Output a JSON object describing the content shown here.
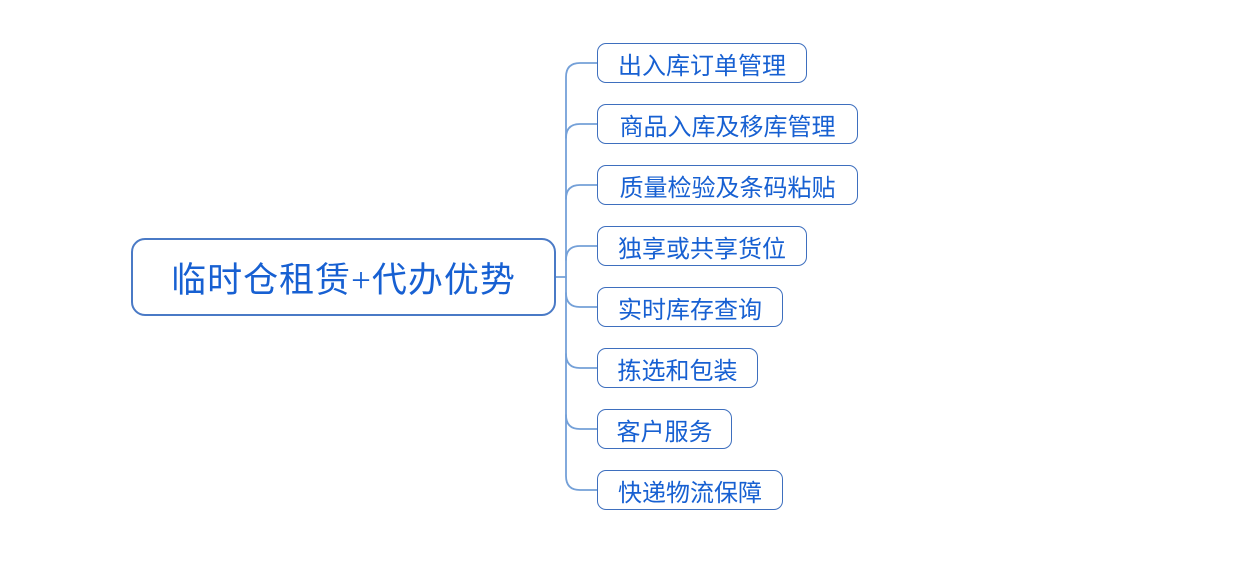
{
  "diagram": {
    "type": "mindmap",
    "direction": "right",
    "root": {
      "label": "临时仓租赁+代办优势"
    },
    "children": [
      {
        "label": "出入库订单管理"
      },
      {
        "label": "商品入库及移库管理"
      },
      {
        "label": "质量检验及条码粘贴"
      },
      {
        "label": "独享或共享货位"
      },
      {
        "label": "实时库存查询"
      },
      {
        "label": "拣选和包装"
      },
      {
        "label": "客户服务"
      },
      {
        "label": "快递物流保障"
      }
    ],
    "colors": {
      "background": "#ffffff",
      "node_fill": "#ffffff",
      "root_border": "#4a7ac6",
      "child_border": "#3e6fbe",
      "text": "#1760d2",
      "connector": "#74a0d8"
    }
  }
}
